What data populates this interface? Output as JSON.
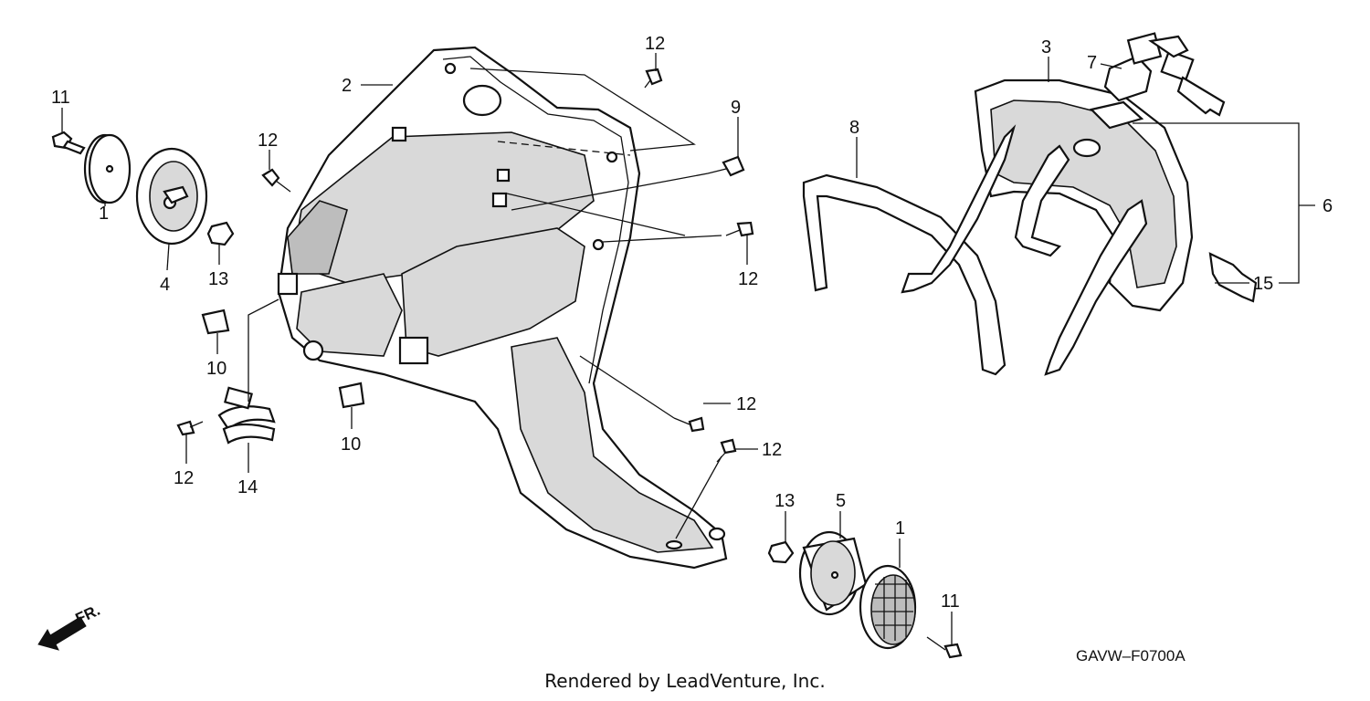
{
  "diagram": {
    "callouts": {
      "c1_left": "1",
      "c1_right": "1",
      "c2": "2",
      "c3": "3",
      "c4": "4",
      "c5": "5",
      "c6": "6",
      "c7": "7",
      "c8": "8",
      "c9": "9",
      "c10_a": "10",
      "c10_b": "10",
      "c11_top": "11",
      "c11_bottom": "11",
      "c12_top": "12",
      "c12_left_top": "12",
      "c12_mid": "12",
      "c12_low_a": "12",
      "c12_low_b": "12",
      "c12_bottom_left": "12",
      "c13_left": "13",
      "c13_right": "13",
      "c14": "14",
      "c15": "15"
    },
    "direction_label": "FR.",
    "diagram_code": "GAVW–F0700A"
  },
  "footer": {
    "credit": "Rendered by LeadVenture, Inc."
  }
}
